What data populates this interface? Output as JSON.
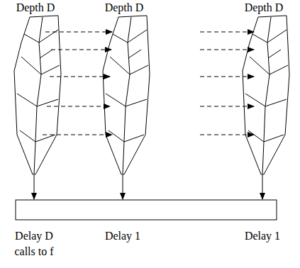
{
  "diagram": {
    "nodes": [
      {
        "text": [
          "Depth D"
        ]
      },
      {
        "text": [
          "Depth D"
        ]
      },
      {
        "text": [
          "Depth D"
        ]
      }
    ],
    "edges": [
      {
        "from": 0,
        "to": 1,
        "arrow": "to"
      },
      {
        "from": 0,
        "to": 1,
        "arrow": "to"
      },
      {
        "from": 0,
        "to": 1,
        "arrow": "to"
      },
      {
        "from": 0,
        "to": 1,
        "arrow": "to"
      },
      {
        "from": 0,
        "to": 1,
        "arrow": "to"
      }
    ],
    "labels": [
      "Delay D calls to f",
      "Delay 1",
      "Delay 1"
    ]
  }
}
